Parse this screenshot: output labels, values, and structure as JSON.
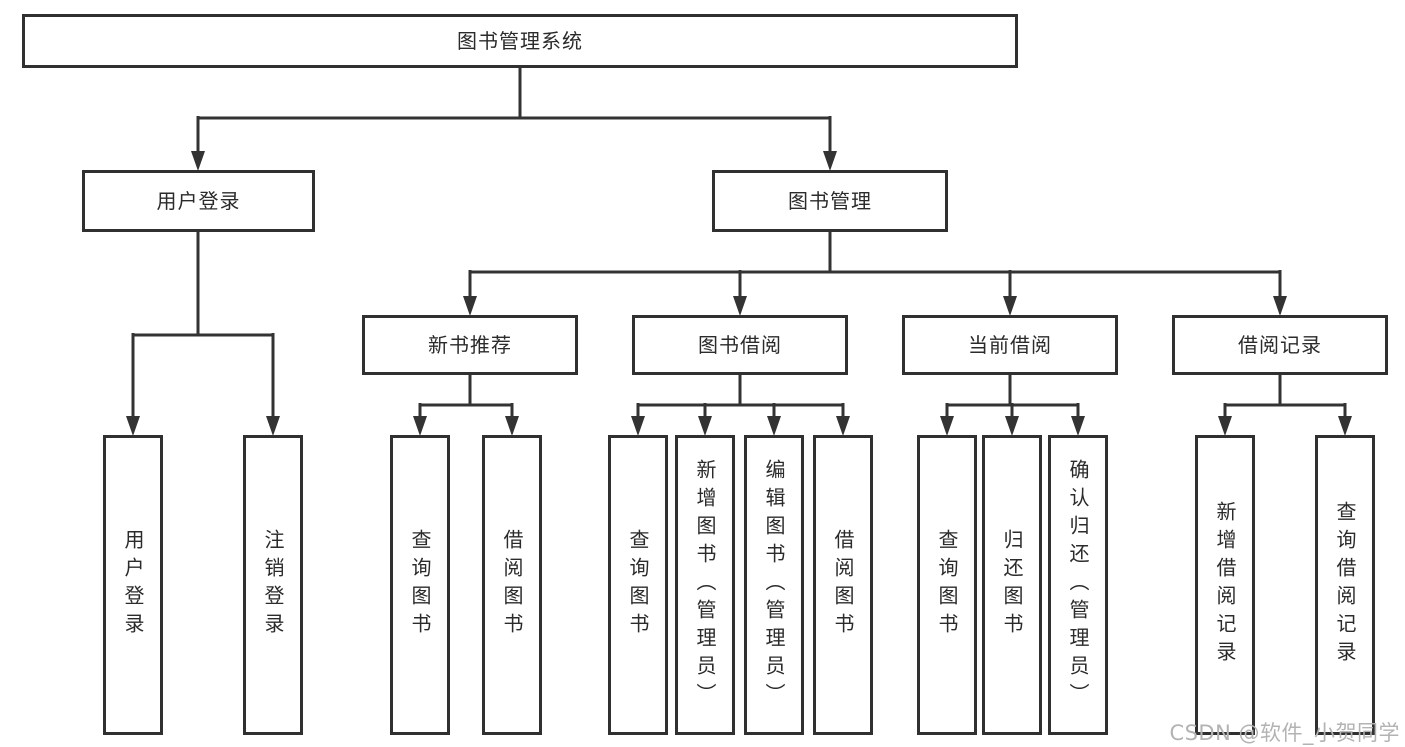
{
  "diagram": {
    "title": "图书管理系统",
    "root": {
      "label": "图书管理系统"
    },
    "level2": {
      "user_login": {
        "label": "用户登录"
      },
      "book_mgmt": {
        "label": "图书管理"
      }
    },
    "level3": {
      "new_books": {
        "label": "新书推荐"
      },
      "book_borrow": {
        "label": "图书借阅"
      },
      "current_borrow": {
        "label": "当前借阅"
      },
      "borrow_records": {
        "label": "借阅记录"
      }
    },
    "leaves": {
      "user_login": [
        "用户登录",
        "注销登录"
      ],
      "new_books": [
        "查询图书",
        "借阅图书"
      ],
      "book_borrow": [
        "查询图书",
        "新增图书（管理员）",
        "编辑图书（管理员）",
        "借阅图书"
      ],
      "current_borrow": [
        "查询图书",
        "归还图书",
        "确认归还（管理员）"
      ],
      "borrow_records": [
        "新增借阅记录",
        "查询借阅记录"
      ]
    },
    "colors": {
      "line": "#333333",
      "box_border": "#303030",
      "text": "#2b2b2b",
      "background": "#ffffff"
    }
  },
  "watermark": {
    "text": "CSDN @软件_小贺同学",
    "color": "#b3b3b3"
  }
}
